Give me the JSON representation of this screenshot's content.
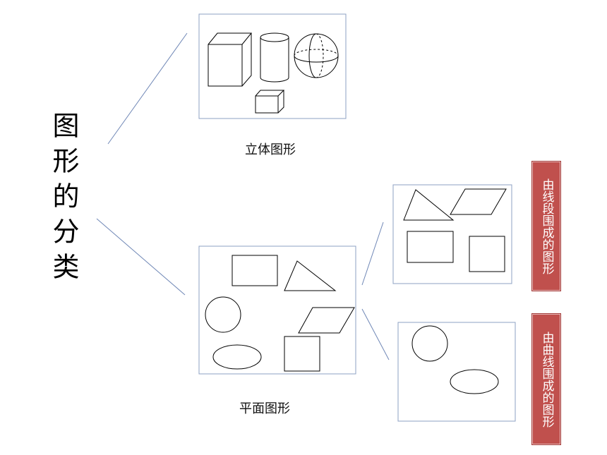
{
  "title": "图形的分类",
  "solid_label": "立体图形",
  "plane_label": "平面图形",
  "badge_segments": "由线段围成的图形",
  "badge_curves": "由曲线围成的图形",
  "colors": {
    "connector": "#6f87b6",
    "frame": "#8da0c3",
    "badge": "#c0504d",
    "shape_stroke": "#000000"
  }
}
